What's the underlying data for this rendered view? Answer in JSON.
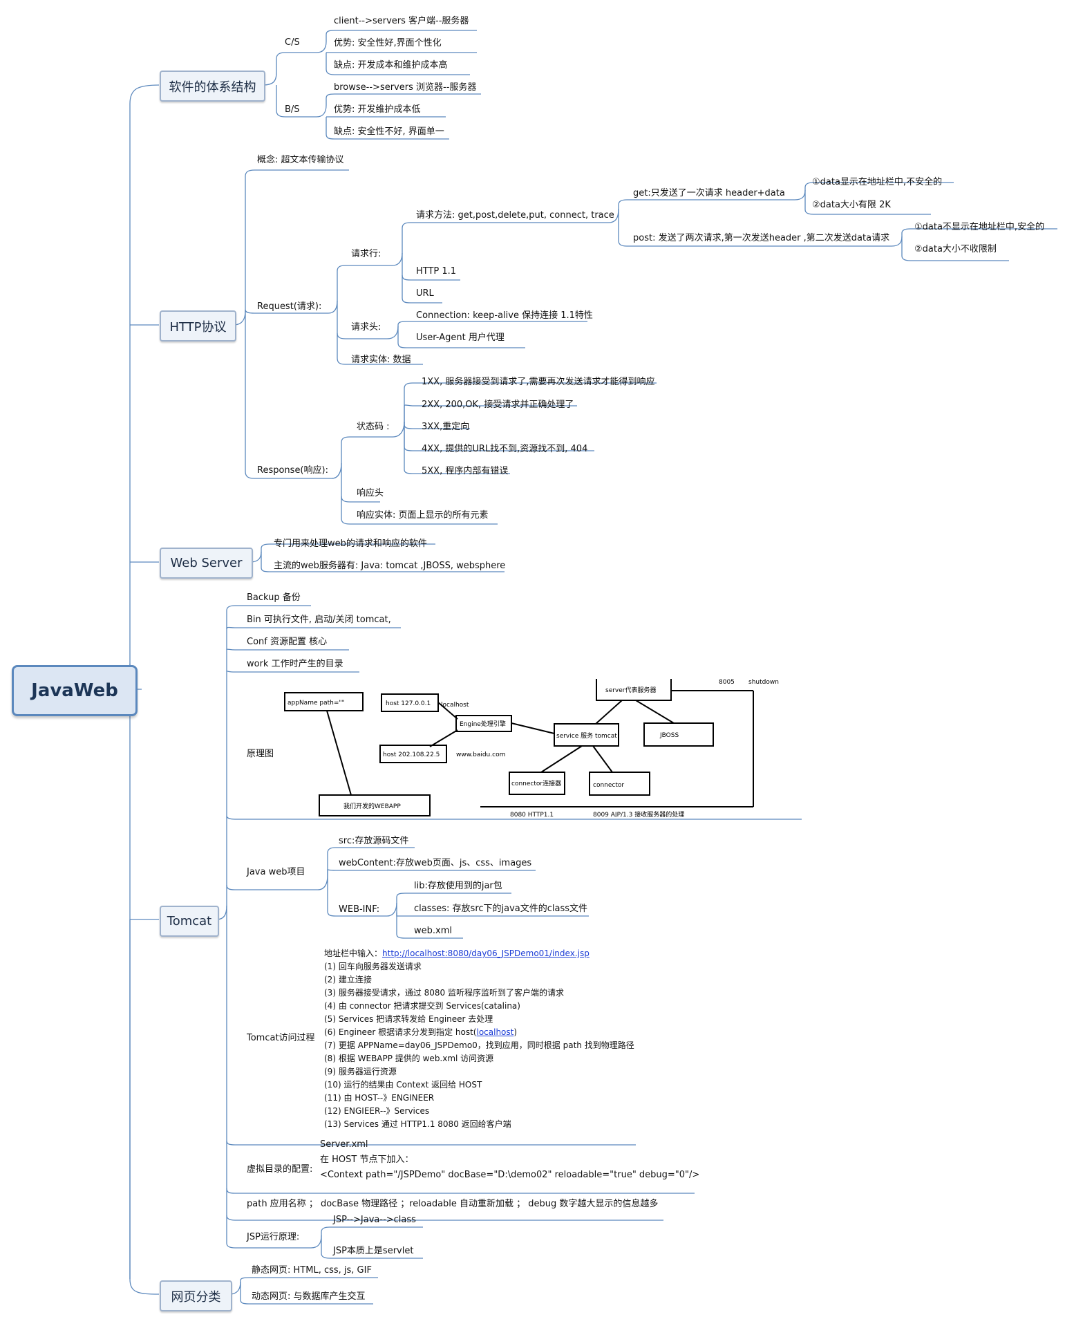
{
  "root": "JavaWeb",
  "arch": {
    "title": "软件的体系结构",
    "cs": {
      "label": "C/S",
      "items": [
        "client-->servers  客户端--服务器",
        "优势: 安全性好,界面个性化",
        "缺点: 开发成本和维护成本高"
      ]
    },
    "bs": {
      "label": "B/S",
      "items": [
        "browse-->servers 浏览器--服务器",
        "优势: 开发维护成本低",
        "缺点: 安全性不好, 界面单一"
      ]
    }
  },
  "http": {
    "title": "HTTP协议",
    "concept": "概念: 超文本传输协议",
    "request": {
      "label": "Request(请求):",
      "line": {
        "label": "请求行:",
        "methods": "请求方法: get,post,delete,put, connect, trace",
        "get": "get:只发送了一次请求 header+data",
        "get_items": [
          "①data显示在地址栏中,不安全的",
          "②data大小有限 2K"
        ],
        "post": "post: 发送了两次请求,第一次发送header ,第二次发送data请求",
        "post_items": [
          "①data不显示在地址栏中,安全的",
          "②data大小不收限制"
        ],
        "version": "HTTP   1.1",
        "url": "URL"
      },
      "header": {
        "label": "请求头:",
        "items": [
          "Connection: keep-alive 保持连接 1.1特性",
          "User-Agent 用户代理"
        ]
      },
      "body": "请求实体:    数据"
    },
    "response": {
      "label": "Response(响应):",
      "status": {
        "label": "状态码 :",
        "items": [
          "1XX, 服务器接受到请求了,需要再次发送请求才能得到响应",
          "2XX, 200,OK, 接受请求并正确处理了",
          "3XX,重定向",
          "4XX, 提供的URL找不到,资源找不到, 404",
          "5XX, 程序内部有错误"
        ]
      },
      "header": "响应头",
      "body": "响应实体: 页面上显示的所有元素"
    }
  },
  "webserver": {
    "title": "Web  Server",
    "items": [
      "专门用来处理web的请求和响应的软件",
      "主流的web服务器有: Java: tomcat ,JBOSS, websphere"
    ]
  },
  "tomcat": {
    "title": "Tomcat",
    "dirs": [
      "Backup  备份",
      "Bin  可执行文件, 启动/关闭 tomcat,",
      "Conf   资源配置  核心",
      "work    工作时产生的目录"
    ],
    "diagram": {
      "label": "原理图",
      "boxes": {
        "appname": "appName   path=\"\"",
        "host1": "host   127.0.0.1",
        "localhost": "localhost",
        "engine": "Engine处理引擎",
        "host2": "host  202.108.22.5",
        "baidu": "www.baidu.com",
        "webapp": "我们开发的WEBAPP",
        "server": "server代表服务器",
        "port8005": "8005",
        "shutdown": "shutdown",
        "service": "service 服务 tomcat",
        "jboss": "JBOSS",
        "connector1": "connector连接器",
        "connector2": "connector",
        "http8080": "8080  HTTP1.1",
        "ajp8009": "8009  AJP/1.3   接收服务器的处理"
      }
    },
    "project": {
      "label": "Java  web项目",
      "src": "src:存放源码文件",
      "webcontent": "webContent:存放web页面、js、css、images",
      "webinf": {
        "label": "WEB-INF:",
        "items": [
          "lib:存放使用到的jar包",
          "classes: 存放src下的java文件的class文件",
          "web.xml"
        ]
      }
    },
    "process": {
      "label": "Tomcat访问过程",
      "address_prefix": "地址栏中输入：",
      "address_link": "http://localhost:8080/day06_JSPDemo01/index.jsp",
      "steps": [
        "(1) 回车向服务器发送请求",
        "(2) 建立连接",
        "(3) 服务器接受请求，通过 8080 监听程序监听到了客户端的请求",
        "(4) 由 connector 把请求提交到 Services(catalina)",
        "(5) Services 把请求转发给 Engineer 去处理"
      ],
      "step6_prefix": "(6) Engineer 根据请求分发到指定 host(",
      "step6_link": "localhost",
      "step6_suffix": ")",
      "steps_after": [
        "(7) 更据 APPName=day06_JSPDemo0，找到应用，同时根据 path 找到物理路径",
        "(8) 根据 WEBAPP 提供的 web.xml 访问资源",
        "(9) 服务器运行资源",
        "(10) 运行的结果由 Context 返回给 HOST",
        "(11) 由 HOST--》ENGINEER",
        "(12) ENGIEER--》Services",
        "(13) Services 通过 HTTP1.1 8080    返回给客户端"
      ]
    },
    "vdir": {
      "label": "虚拟目录的配置:",
      "lines": [
        "Server.xml",
        "在 HOST 节点下加入：",
        "<Context    path=\"/JSPDemo\" docBase=\"D:\\demo02\" reloadable=\"true\" debug=\"0\"/>"
      ]
    },
    "path_note": "path 应用名称 ； docBase  物理路径 ；reloadable  自动重新加载 ； debug  数字越大显示的信息越多",
    "jsp": {
      "label": "JSP运行原理:",
      "items": [
        "JSP-->Java-->class",
        "JSP本质上是servlet"
      ]
    }
  },
  "pages": {
    "title": "网页分类",
    "items": [
      "静态网页: HTML, css, js, GIF",
      "动态网页: 与数据库产生交互"
    ]
  }
}
